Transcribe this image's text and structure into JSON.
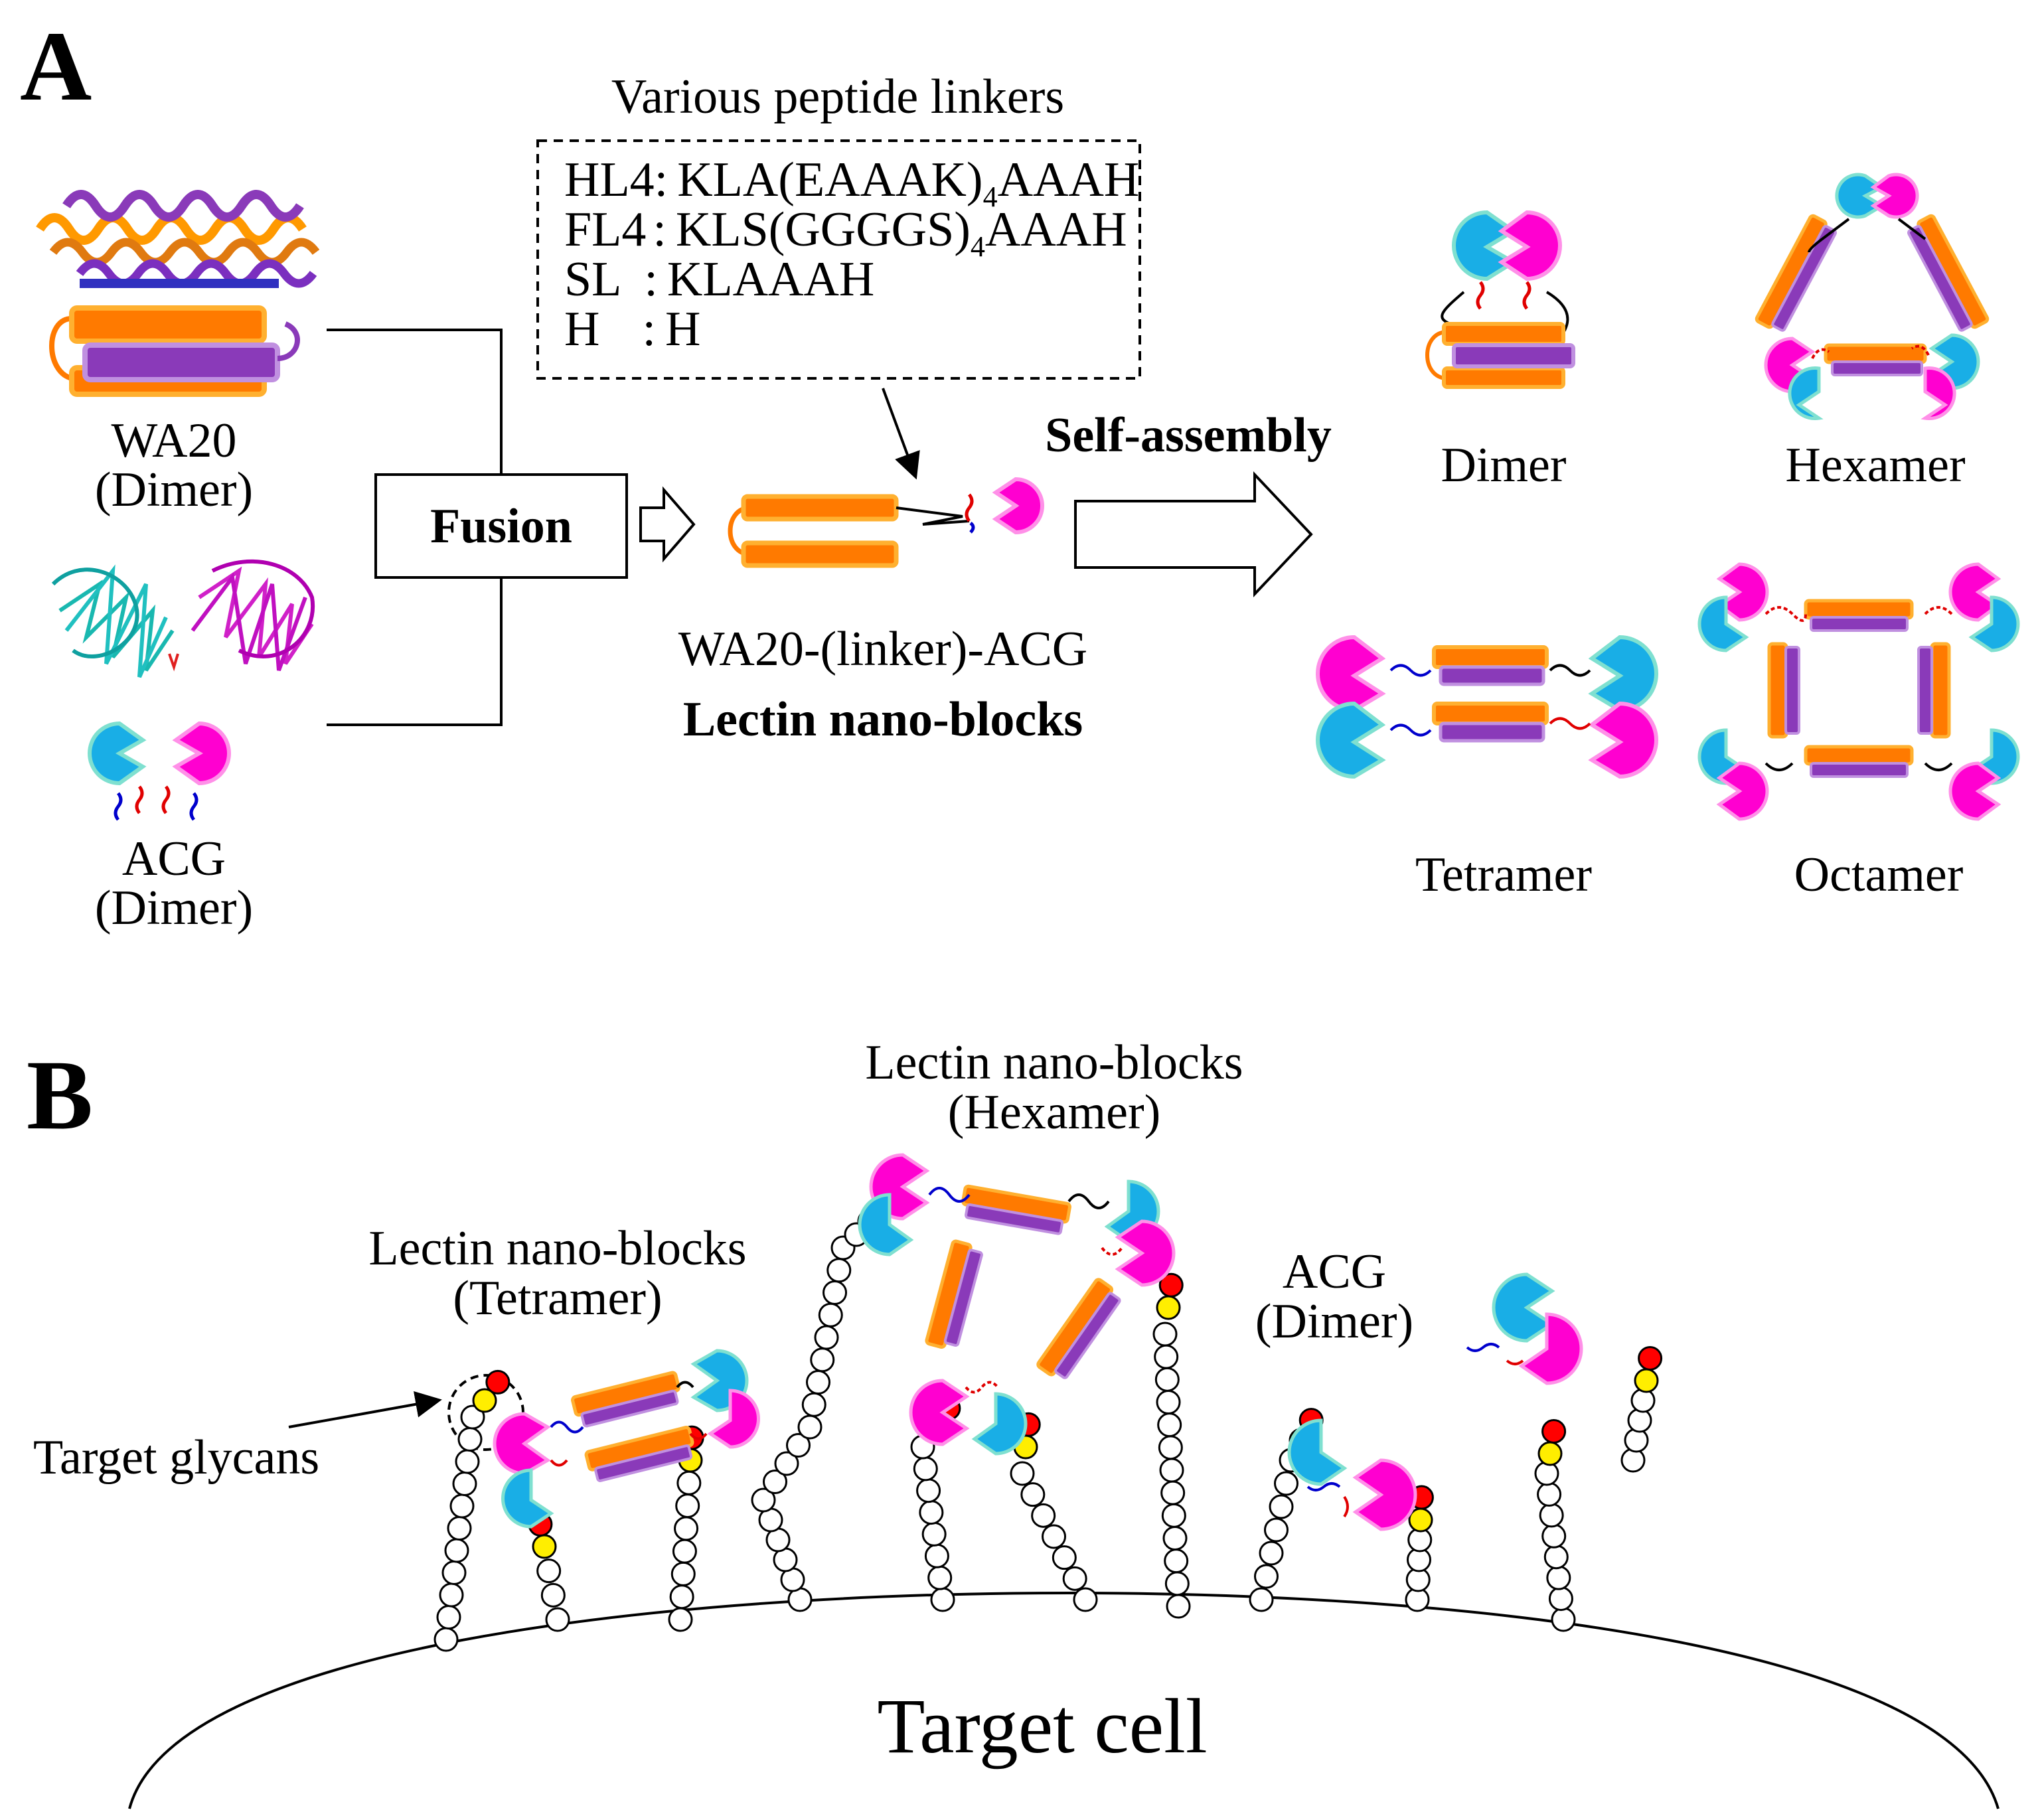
{
  "panels": {
    "a": "A",
    "b": "B"
  },
  "components": {
    "wa20_name": "WA20",
    "wa20_state": "(Dimer)",
    "acg_name": "ACG",
    "acg_state": "(Dimer)"
  },
  "process": {
    "fusion": "Fusion",
    "self_assembly": "Self-assembly"
  },
  "linkers": {
    "title": "Various peptide linkers",
    "rows": [
      {
        "name": "HL4",
        "sep": ":",
        "pre": "KLA(EAAAK)",
        "sub": "4",
        "post": "AAAH"
      },
      {
        "name": "FL4",
        "sep": ":",
        "pre": "KLS(GGGGS)",
        "sub": "4",
        "post": "AAAH"
      },
      {
        "name": "SL",
        "sep": ":",
        "pre": "KLAAAH",
        "sub": "",
        "post": ""
      },
      {
        "name": "H",
        "sep": ":",
        "pre": "H",
        "sub": "",
        "post": ""
      }
    ]
  },
  "construct": {
    "name": "WA20-(linker)-ACG",
    "title": "Lectin nano-blocks"
  },
  "oligomers": {
    "dimer": "Dimer",
    "hexamer": "Hexamer",
    "tetramer": "Tetramer",
    "octamer": "Octamer"
  },
  "panel_b": {
    "hexamer_line1": "Lectin nano-blocks",
    "hexamer_line2": "(Hexamer)",
    "tetramer_line1": "Lectin nano-blocks",
    "tetramer_line2": "(Tetramer)",
    "acg_line1": "ACG",
    "acg_line2": "(Dimer)",
    "glycans": "Target glycans",
    "cell": "Target cell"
  },
  "colors": {
    "orange": "#ff7a00",
    "purple": "#8a3ab9",
    "cyan": "#19aee6",
    "magenta": "#ff00d0",
    "glycan_red": "#ff0000",
    "glycan_yellow": "#ffee00"
  }
}
